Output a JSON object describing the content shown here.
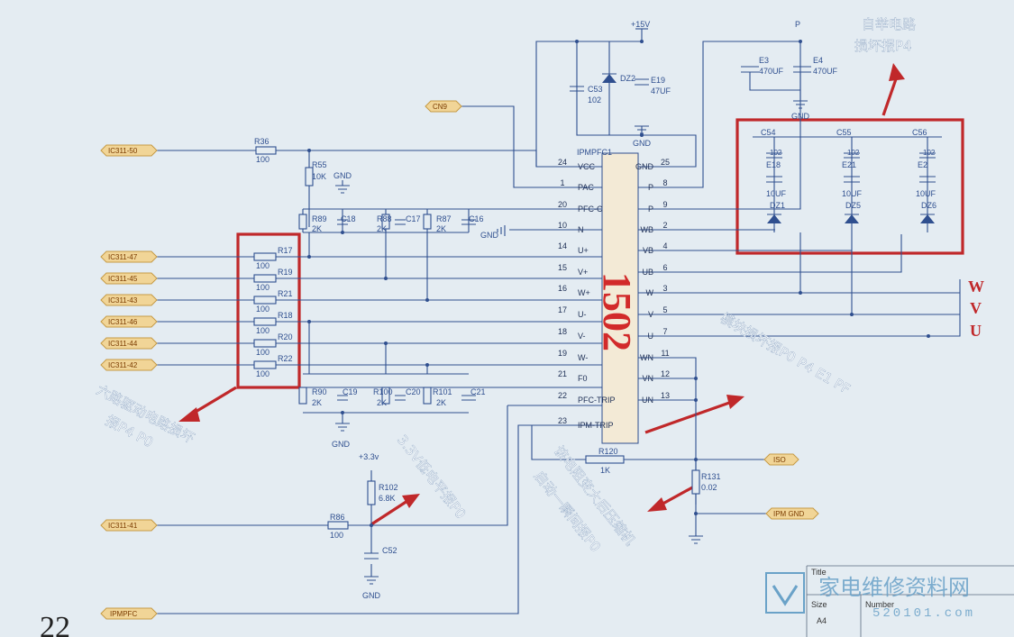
{
  "chip": {
    "name": "IPMPFC1",
    "part": "1502"
  },
  "pins_left": [
    {
      "num": "24",
      "name": "VCC"
    },
    {
      "num": "1",
      "name": "PAC"
    },
    {
      "num": "20",
      "name": "PFC-C"
    },
    {
      "num": "10",
      "name": "N"
    },
    {
      "num": "14",
      "name": "U+"
    },
    {
      "num": "15",
      "name": "V+"
    },
    {
      "num": "16",
      "name": "W+"
    },
    {
      "num": "17",
      "name": "U-"
    },
    {
      "num": "18",
      "name": "V-"
    },
    {
      "num": "19",
      "name": "W-"
    },
    {
      "num": "21",
      "name": "F0"
    },
    {
      "num": "22",
      "name": "PFC-TRIP"
    },
    {
      "num": "23",
      "name": "IPM-TRIP"
    }
  ],
  "pins_right": [
    {
      "num": "25",
      "name": "GND"
    },
    {
      "num": "8",
      "name": "P"
    },
    {
      "num": "9",
      "name": "P"
    },
    {
      "num": "2",
      "name": "WB"
    },
    {
      "num": "4",
      "name": "VB"
    },
    {
      "num": "6",
      "name": "UB"
    },
    {
      "num": "3",
      "name": "W"
    },
    {
      "num": "5",
      "name": "V"
    },
    {
      "num": "7",
      "name": "U"
    },
    {
      "num": "11",
      "name": "WN"
    },
    {
      "num": "12",
      "name": "VN"
    },
    {
      "num": "13",
      "name": "UN"
    }
  ],
  "signals": {
    "ic50": "IC311-50",
    "ic47": "IC311-47",
    "ic45": "IC311-45",
    "ic43": "IC311-43",
    "ic46": "IC311-46",
    "ic44": "IC311-44",
    "ic42": "IC311-42",
    "ic41": "IC311-41",
    "cn9": "CN9",
    "ipmpfc": "IPMPFC",
    "iso": "ISO",
    "ipmgnd": "IPM GND"
  },
  "parts": {
    "r36": "R36",
    "r36v": "100",
    "r55": "R55",
    "r55v": "10K",
    "r89": "R89",
    "r88": "R88",
    "r87": "R87",
    "v2k": "2K",
    "c18": "C18",
    "c17": "C17",
    "c16": "C16",
    "r17": "R17",
    "r19": "R19",
    "r21": "R21",
    "r18": "R18",
    "r20": "R20",
    "r22": "R22",
    "v100": "100",
    "r90": "R90",
    "r100": "R100",
    "r101": "R101",
    "c19": "C19",
    "c20": "C20",
    "c21": "C21",
    "r86": "R86",
    "r102": "R102",
    "r102v": "6.8K",
    "c52": "C52",
    "r120": "R120",
    "r120v": "1K",
    "r131": "R131",
    "r131v": "0.02",
    "c53": "C53",
    "c53v": "102",
    "dz2": "DZ2",
    "e19": "E19",
    "e19v": "47UF",
    "e3": "E3",
    "e4": "E4",
    "v470": "470UF",
    "c54": "C54",
    "c55": "C55",
    "c56": "C56",
    "v102": "102",
    "e18": "E18",
    "e21": "E21",
    "e2": "E2",
    "v10uf": "10UF",
    "dz1": "DZ1",
    "dz5": "DZ5",
    "dz6": "DZ6"
  },
  "rails": {
    "v15": "+15V",
    "p": "P",
    "v33": "+3.3v",
    "gnd": "GND"
  },
  "phases": {
    "w": "W",
    "v": "V",
    "u": "U"
  },
  "annotations": {
    "bootstrap_l1": "自举电路",
    "bootstrap_l2": "损坏报P4",
    "sixdrive_l1": "六路驱动电路损坏",
    "sixdrive_l2": "报P4 P0",
    "lowv": "3.3V低电平报P0",
    "shunt_l1": "该电阻变大后压缩机",
    "shunt_l2": "启动一瞬间报P0",
    "module": "模块损坏报P0 P4 E1 PF"
  },
  "titleblock": {
    "title": "Title",
    "size": "Size",
    "size_val": "A4",
    "number": "Number"
  },
  "watermark": {
    "text": "家电维修资料网",
    "url": "520101.com"
  },
  "page_number": "22"
}
